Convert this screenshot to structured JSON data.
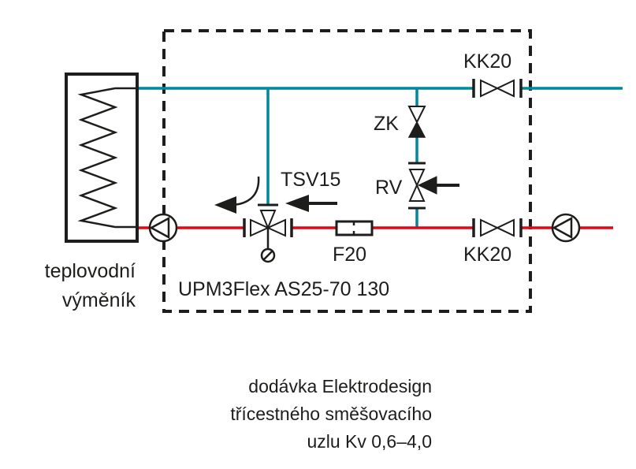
{
  "diagram": {
    "colors": {
      "supply_line": "#00879a",
      "return_line": "#e30613",
      "ink": "#1d1d1b",
      "background": "#ffffff"
    },
    "heat_exchanger": {
      "label_line1": "teplovodní",
      "label_line2": "výměník"
    },
    "components": {
      "kk20_top": "KK20",
      "kk20_bottom": "KK20",
      "zk": "ZK",
      "rv": "RV",
      "tsv": "TSV15",
      "filter": "F20",
      "pump_model": "UPM3Flex AS25-70 130"
    },
    "caption": {
      "line1": "dodávka Elektrodesign",
      "line2": "třícestného směšovacího",
      "line3": "uzlu Kv 0,6–4,0"
    }
  }
}
